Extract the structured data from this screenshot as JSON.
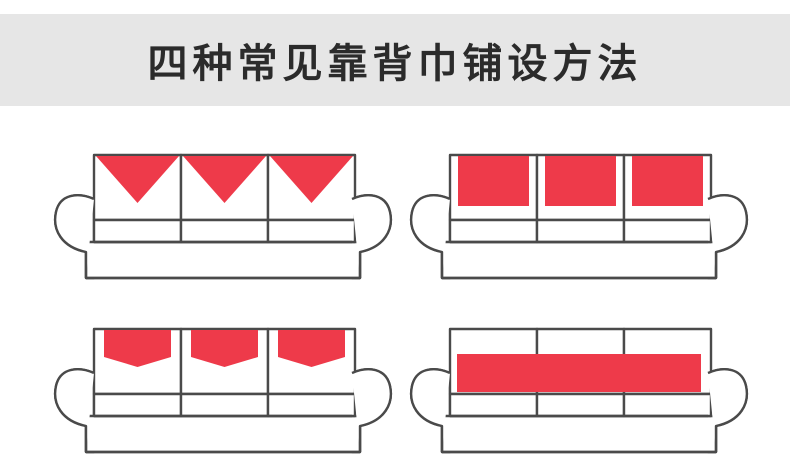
{
  "header": {
    "title": "四种常见靠背巾铺设方法"
  },
  "colors": {
    "towel": "#ee3a4a",
    "outline": "#4a4a4a",
    "sofa_fill": "#ffffff",
    "header_bg": "#e6e6e6"
  },
  "sofas": [
    {
      "name": "sofa-triangle",
      "towel_style": "triangle",
      "towels": 3
    },
    {
      "name": "sofa-square",
      "towel_style": "square",
      "towels": 3
    },
    {
      "name": "sofa-pentagon",
      "towel_style": "pentagon",
      "towels": 3
    },
    {
      "name": "sofa-full-length",
      "towel_style": "full-length",
      "towels": 1
    }
  ]
}
